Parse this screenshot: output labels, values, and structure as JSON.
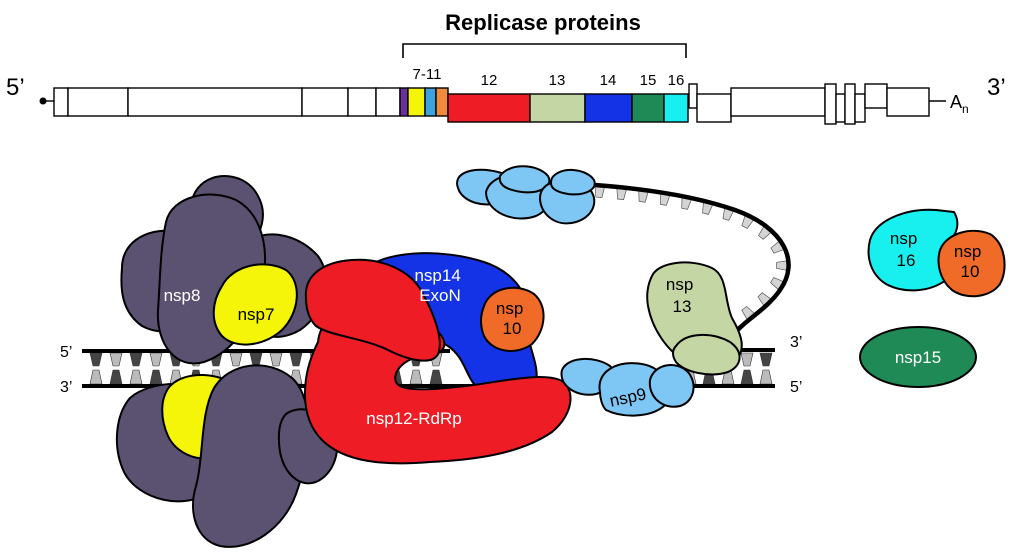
{
  "heading": "Replicase proteins",
  "genome": {
    "five_prime": "5’",
    "three_prime": "3’",
    "polyA_base": "A",
    "polyA_sub": "n",
    "segments": [
      {
        "label": "7-11",
        "colors": [
          "#6a2f9a",
          "#f5f50a",
          "#3da3e0",
          "#f08a3c"
        ]
      },
      {
        "label": "12",
        "color": "#ee1c24"
      },
      {
        "label": "13",
        "color": "#c4d6a4"
      },
      {
        "label": "14",
        "color": "#1432e6"
      },
      {
        "label": "15",
        "color": "#1f8a55"
      },
      {
        "label": "16",
        "color": "#18f0f0"
      }
    ]
  },
  "strands": {
    "top_left": "5’",
    "bottom_left": "3’",
    "top_right": "3’",
    "bottom_right": "5’"
  },
  "proteins": {
    "nsp8": {
      "label": "nsp8",
      "color": "#5b5170"
    },
    "nsp7": {
      "label": "nsp7",
      "color": "#f5f50a"
    },
    "nsp12": {
      "label": "nsp12-RdRp",
      "color": "#ee1c24"
    },
    "nsp14": {
      "label_line1": "nsp14",
      "label_line2": "ExoN",
      "color": "#1432e6"
    },
    "nsp10_inner": {
      "label_line1": "nsp",
      "label_line2": "10",
      "color": "#f06a28"
    },
    "nsp9": {
      "label": "nsp9",
      "color": "#7ec6f4"
    },
    "nsp13": {
      "label_line1": "nsp",
      "label_line2": "13",
      "color": "#c4d6a4"
    },
    "nsp16": {
      "label_line1": "nsp",
      "label_line2": "16",
      "color": "#18f0f0"
    },
    "nsp10_right": {
      "label_line1": "nsp",
      "label_line2": "10",
      "color": "#f06a28"
    },
    "nsp15": {
      "label": "nsp15",
      "color": "#1f8a55"
    }
  }
}
